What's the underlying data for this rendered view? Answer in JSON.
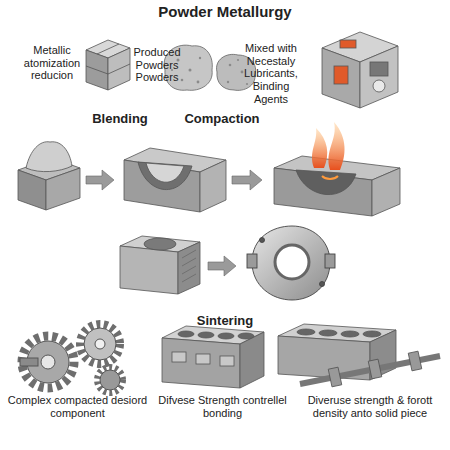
{
  "diagram": {
    "title": "Powder Metallurgy",
    "labels": [
      "Metallic atomization reducion",
      "Produced Powders Powders",
      "Mixed with Necestaly Lubricants, Binding Agents",
      "Blending",
      "Compaction",
      "Sintering",
      "Complex compacted desiord component",
      "Difvese Strength contrellel bonding",
      "Diveruse strength & forott density anto solid piece"
    ]
  }
}
